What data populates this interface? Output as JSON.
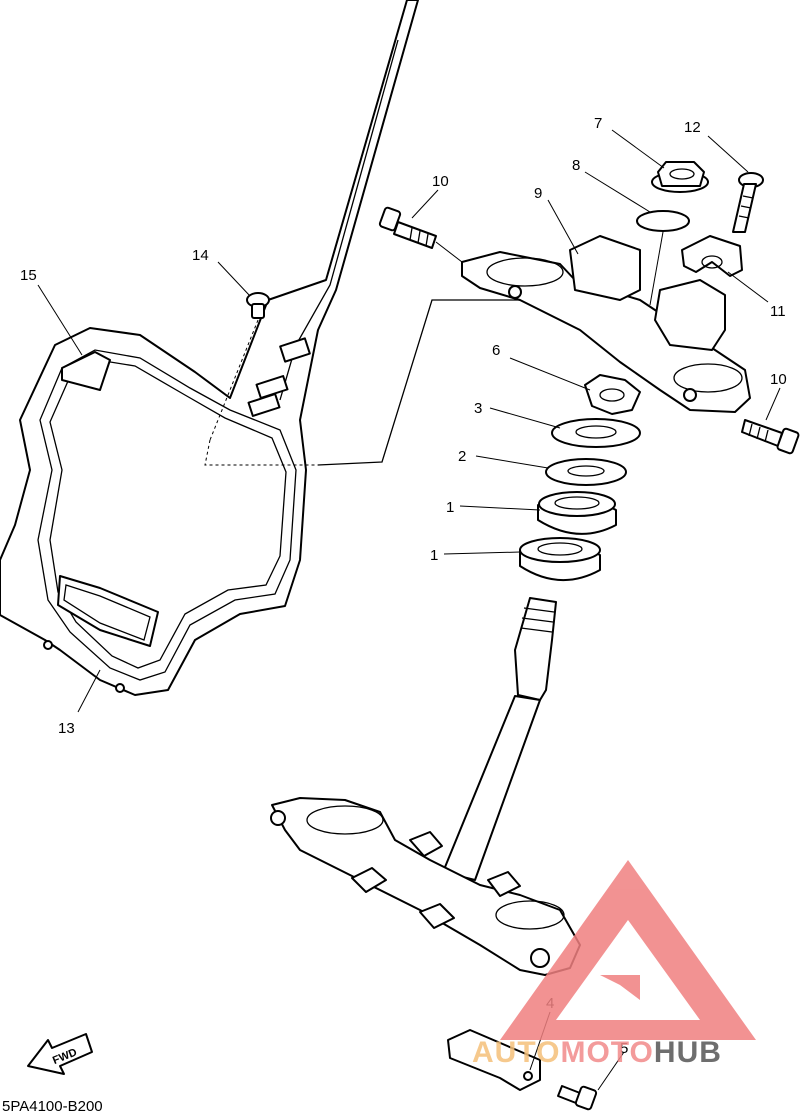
{
  "diagram": {
    "callouts": [
      {
        "id": "c1a",
        "label": "1"
      },
      {
        "id": "c1b",
        "label": "1"
      },
      {
        "id": "c2",
        "label": "2"
      },
      {
        "id": "c3",
        "label": "3"
      },
      {
        "id": "c4",
        "label": "4"
      },
      {
        "id": "c5",
        "label": "5"
      },
      {
        "id": "c6",
        "label": "6"
      },
      {
        "id": "c7",
        "label": "7"
      },
      {
        "id": "c8",
        "label": "8"
      },
      {
        "id": "c9",
        "label": "9"
      },
      {
        "id": "c10a",
        "label": "10"
      },
      {
        "id": "c10b",
        "label": "10"
      },
      {
        "id": "c11",
        "label": "11"
      },
      {
        "id": "c12",
        "label": "12"
      },
      {
        "id": "c13",
        "label": "13"
      },
      {
        "id": "c14",
        "label": "14"
      },
      {
        "id": "c15",
        "label": "15"
      }
    ],
    "fwd_label": "FWD",
    "diagram_code": "5PA4100-B200"
  },
  "watermark": {
    "part1": "AUTO",
    "part2": "MOTO",
    "part3": "HUB",
    "colors": {
      "triangle": "#f08080",
      "auto": "#f5c07a",
      "moto": "#f28a8a",
      "hub": "#555555"
    }
  }
}
